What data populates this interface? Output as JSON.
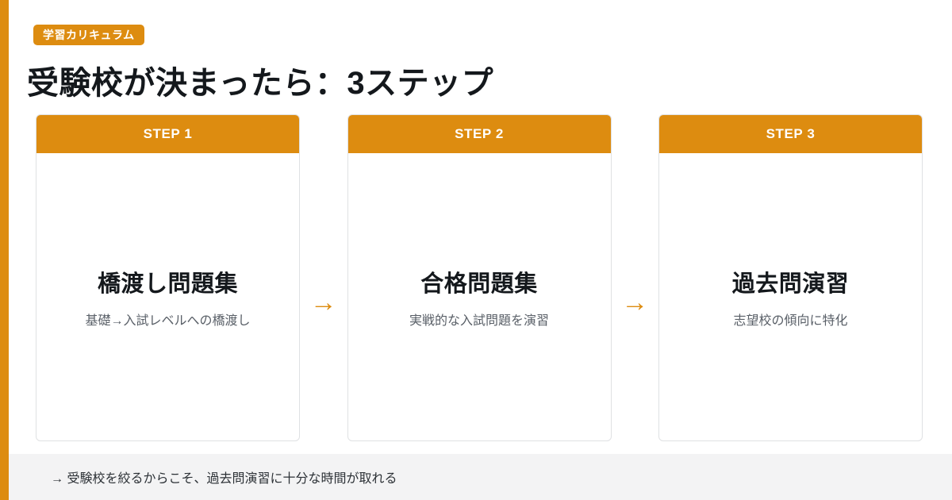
{
  "theme": {
    "accent": "#dd8c10",
    "title_color": "#14181c",
    "desc_color": "#5a6068",
    "card_border": "#dfe1e3",
    "footer_bg": "#f3f3f4",
    "page_bg": "#ffffff"
  },
  "header": {
    "badge": "学習カリキュラム",
    "title": "受験校が決まったら：3ステップ"
  },
  "steps": [
    {
      "step_label": "STEP 1",
      "title": "橋渡し問題集",
      "description": "基礎→入試レベルへの橋渡し"
    },
    {
      "step_label": "STEP 2",
      "title": "合格問題集",
      "description": "実戦的な入試問題を演習"
    },
    {
      "step_label": "STEP 3",
      "title": "過去問演習",
      "description": "志望校の傾向に特化"
    }
  ],
  "arrows": {
    "glyph": "→"
  },
  "footer": {
    "text": "→ 受験校を絞るからこそ、過去問演習に十分な時間が取れる"
  }
}
